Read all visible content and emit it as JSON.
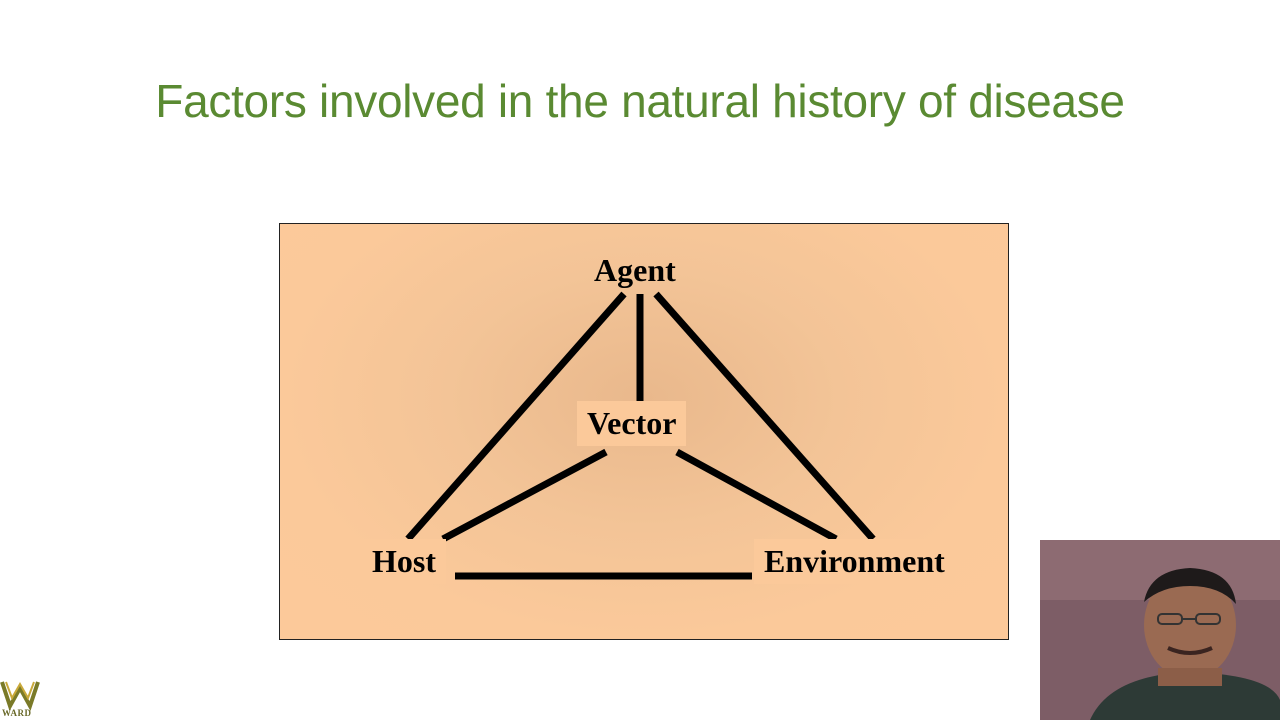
{
  "slide": {
    "title": "Factors involved in the natural history of disease"
  },
  "diagram": {
    "nodes": {
      "agent": "Agent",
      "vector": "Vector",
      "host": "Host",
      "environment": "Environment"
    },
    "colors": {
      "panel": "#fbc99a",
      "lines": "#000000",
      "title": "#5a8a32"
    }
  },
  "logo": {
    "text": "WARD",
    "icon": "w-monogram-logo"
  },
  "webcam": {
    "icon": "presenter-video-feed"
  }
}
